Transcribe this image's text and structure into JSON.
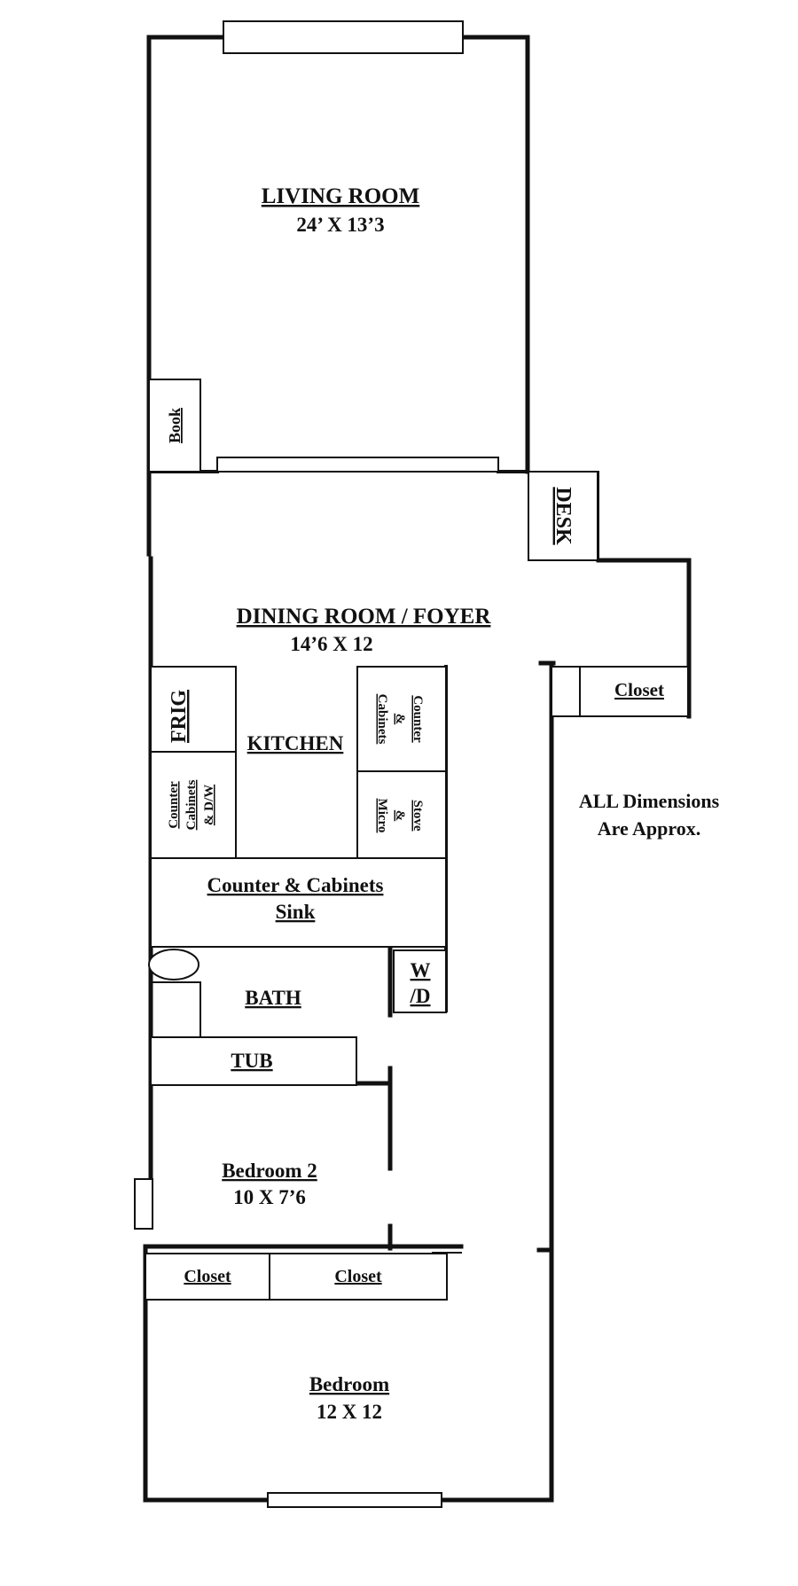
{
  "rooms": {
    "living_room": {
      "name": "LIVING ROOM",
      "dims": "24’ X 13’3"
    },
    "dining_room": {
      "name": "DINING ROOM / FOYER",
      "dims": "14’6 X 12"
    },
    "kitchen": {
      "name": "KITCHEN"
    },
    "bath": {
      "name": "BATH"
    },
    "tub": {
      "name": "TUB"
    },
    "bedroom2": {
      "name": "Bedroom 2",
      "dims": "10 X 7’6"
    },
    "bedroom": {
      "name": "Bedroom",
      "dims": "12 X 12"
    }
  },
  "fixtures": {
    "book": "Book",
    "desk": "DESK",
    "closet_foyer": "Closet",
    "frig": "FRIG",
    "counter_dw": [
      "Counter",
      "Cabinets",
      "& D/W"
    ],
    "counter_cabinets_upper": [
      "Counter",
      "&",
      "Cabinets"
    ],
    "stove_micro": [
      "Stove",
      "&",
      "Micro"
    ],
    "counter_sink": [
      "Counter & Cabinets",
      "Sink"
    ],
    "wd": [
      "W",
      "/D"
    ],
    "closet_left": "Closet",
    "closet_right": "Closet"
  },
  "note": [
    "ALL Dimensions",
    "Are Approx."
  ]
}
